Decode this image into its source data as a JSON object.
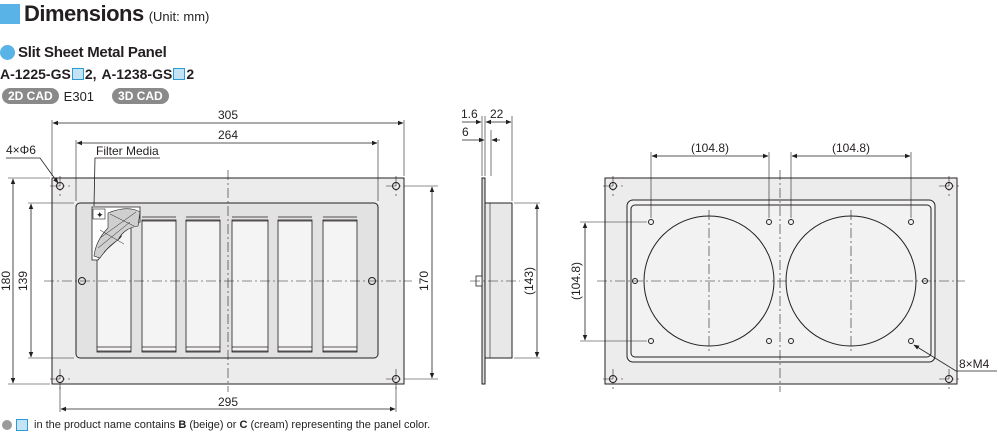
{
  "header": {
    "title": "Dimensions",
    "unit": "(Unit: mm)"
  },
  "product": {
    "name": "Slit Sheet Metal Panel",
    "model_a_prefix": "A-1225-GS",
    "model_a_suffix": "2",
    "separator": ",",
    "model_b_prefix": "A-1238-GS",
    "model_b_suffix": "2",
    "cad_2d": "2D CAD",
    "cad_code": "E301",
    "cad_3d": "3D CAD"
  },
  "front_view": {
    "dim_overall_width": "305",
    "dim_inner_width": "264",
    "dim_hole_pitch_bottom": "295",
    "dim_height_outer": "180",
    "dim_height_inner": "139",
    "dim_height_right": "170",
    "hole_callout": "4×Φ6",
    "filter_label": "Filter Media"
  },
  "side_view": {
    "dim_a": "1.6",
    "dim_b": "22",
    "dim_c": "6",
    "dim_depth": "(143)"
  },
  "cutout_view": {
    "dim_pitch_left": "(104.8)",
    "dim_pitch_right": "(104.8)",
    "dim_pitch_vertical": "(104.8)",
    "screw_callout": "8×M4"
  },
  "footnote": {
    "text_1": "in the product name contains ",
    "color_b": "B",
    "text_2": " (beige) or ",
    "color_c": "C",
    "text_3": " (cream) representing the panel color."
  },
  "colors": {
    "accent": "#5ab3e6",
    "line": "#231f20",
    "panel": "#ececec",
    "panel_inner": "#e4e4e4"
  }
}
